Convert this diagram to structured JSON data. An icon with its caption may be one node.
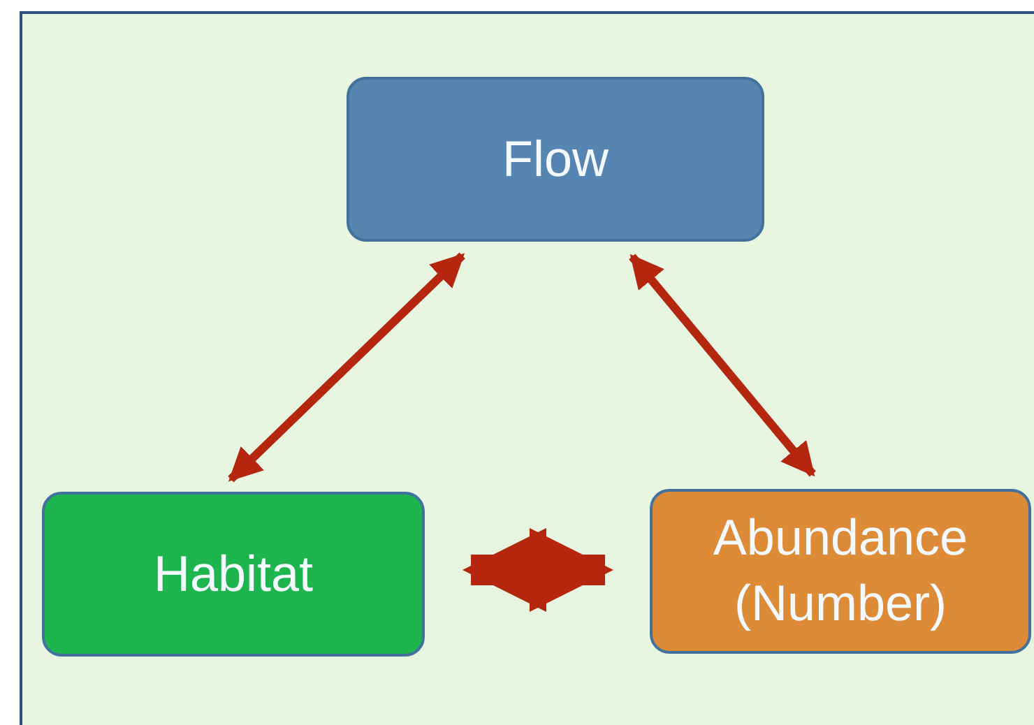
{
  "diagram": {
    "nodes": [
      {
        "text": [
          "Flow"
        ]
      },
      {
        "text": [
          "Habitat"
        ]
      },
      {
        "text": [
          "Abundance (Number)"
        ]
      }
    ],
    "edges": [
      {
        "from": 0,
        "to": 1,
        "arrow": "both",
        "color": "#b5260f"
      },
      {
        "from": 0,
        "to": 2,
        "arrow": "both",
        "color": "#b5260f"
      },
      {
        "from": 1,
        "to": 2,
        "arrow": "both",
        "style": "thick",
        "color": "#b5260f"
      }
    ]
  }
}
